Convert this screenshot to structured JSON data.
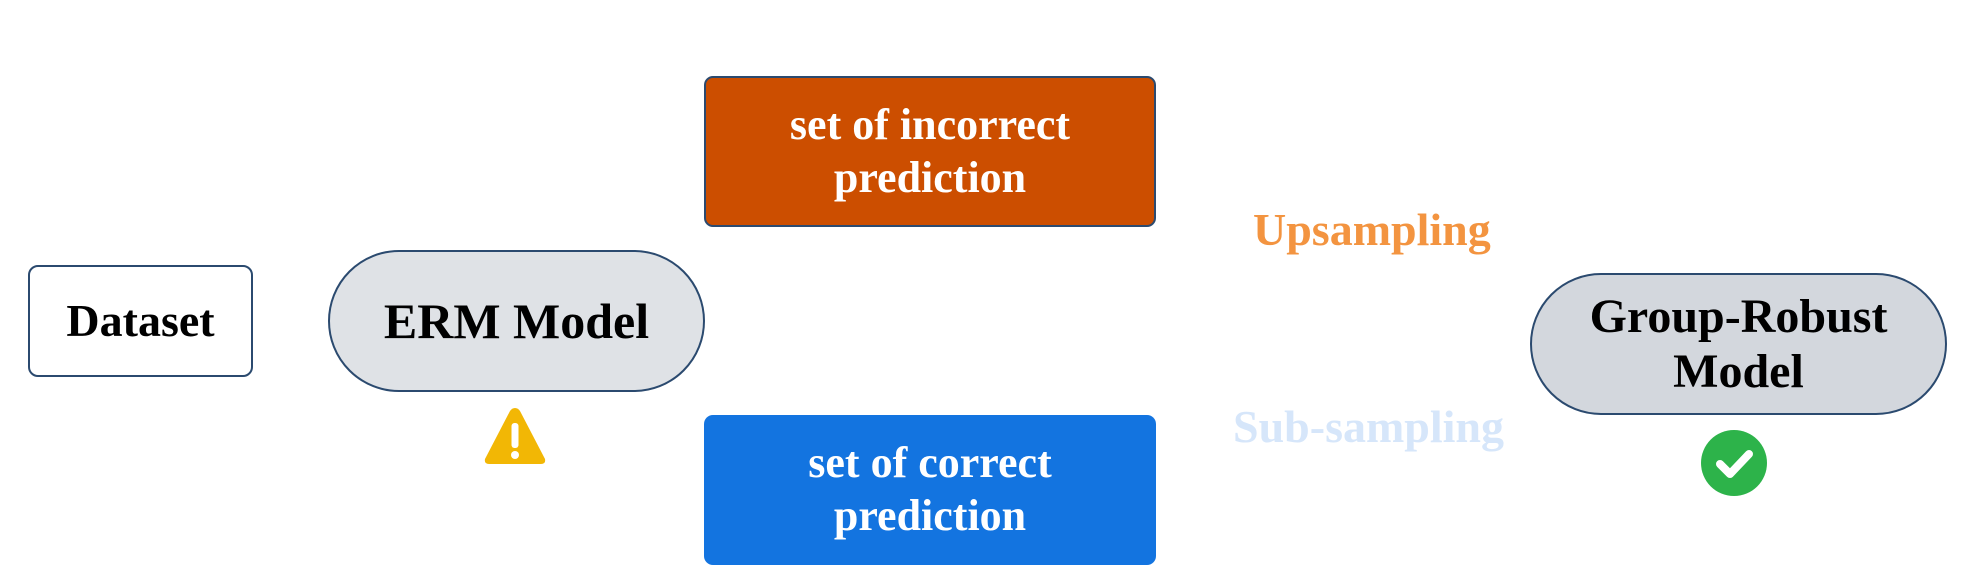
{
  "nodes": {
    "dataset": "Dataset",
    "erm_model": "ERM Model",
    "incorrect": "set of incorrect prediction",
    "correct": "set of correct prediction",
    "robust_model": "Group-Robust Model"
  },
  "edge_labels": {
    "upsampling": "Upsampling",
    "subsampling": "Sub-sampling"
  },
  "icons": {
    "erm_status": "warning-icon",
    "robust_status": "check-circle-icon"
  },
  "colors": {
    "incorrect_fill": "#cc4e00",
    "correct_fill": "#1374e0",
    "upsampling_text": "#f39440",
    "subsampling_text": "#d6e6fa",
    "warning": "#f2b705",
    "check": "#2db34a"
  }
}
